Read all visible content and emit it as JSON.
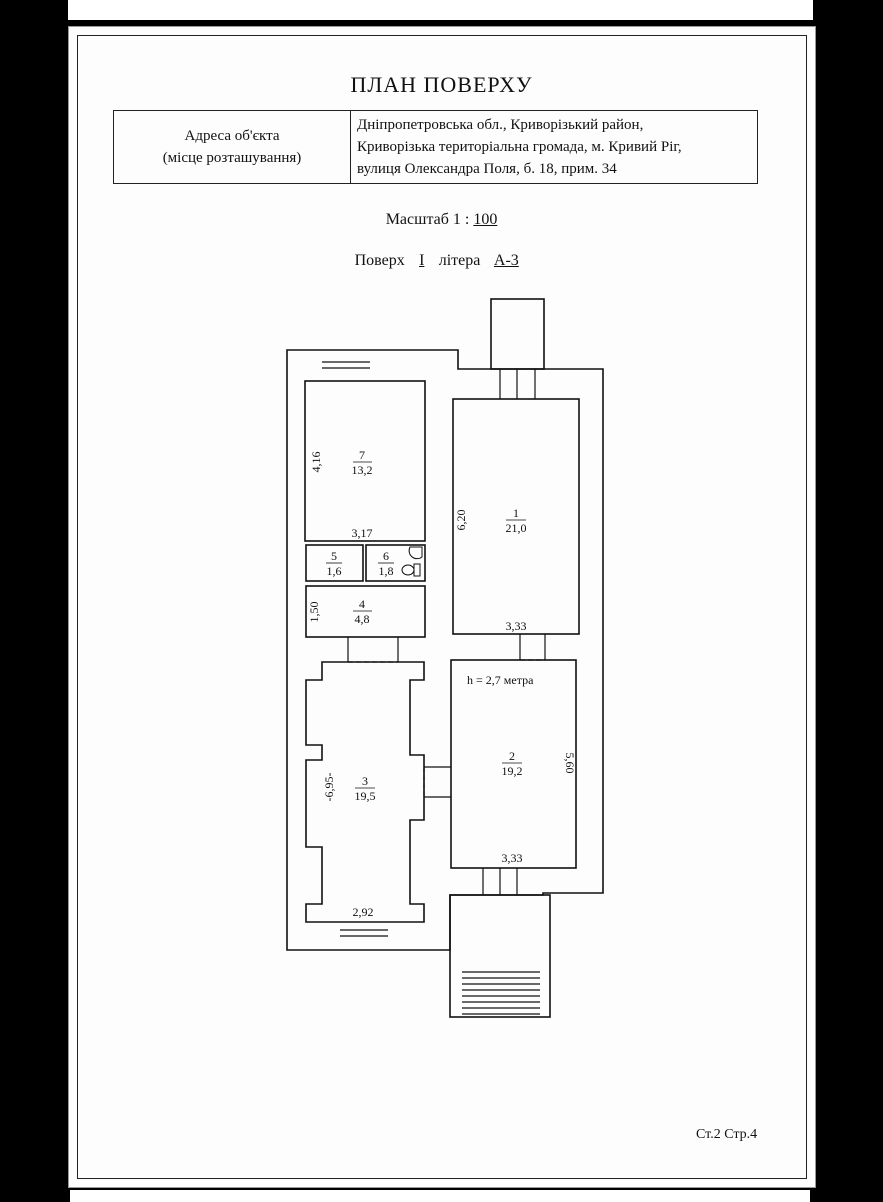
{
  "title": "ПЛАН ПОВЕРХУ",
  "address": {
    "label_line1": "Адреса об'єкта",
    "label_line2": "(місце розташування)",
    "value_line1": "Дніпропетровська обл., Криворізький район,",
    "value_line2": "Криворізька територіальна громада, м. Кривий Ріг,",
    "value_line3": "вулиця Олександра Поля, б. 18, прим. 34"
  },
  "scale": {
    "label": "Масштаб 1 :",
    "value": "100"
  },
  "floor": {
    "label": "Поверх",
    "number": "I",
    "liter_label": "літера",
    "liter": "А-3"
  },
  "rooms": [
    {
      "number": "7",
      "area": "13,2",
      "dims": [
        "4,16",
        "3,17"
      ]
    },
    {
      "number": "1",
      "area": "21,0",
      "dims": [
        "6,20",
        "3,33"
      ]
    },
    {
      "number": "5",
      "area": "1,6",
      "dims": []
    },
    {
      "number": "6",
      "area": "1,8",
      "dims": []
    },
    {
      "number": "4",
      "area": "4,8",
      "dims": [
        "1,50"
      ]
    },
    {
      "number": "3",
      "area": "19,5",
      "dims": [
        "-6,95-",
        "2,92"
      ]
    },
    {
      "number": "2",
      "area": "19,2",
      "dims": [
        "5,60",
        "3,33"
      ]
    }
  ],
  "height_note": "h = 2,7 метра",
  "page_number": "Ст.2 Стр.4"
}
